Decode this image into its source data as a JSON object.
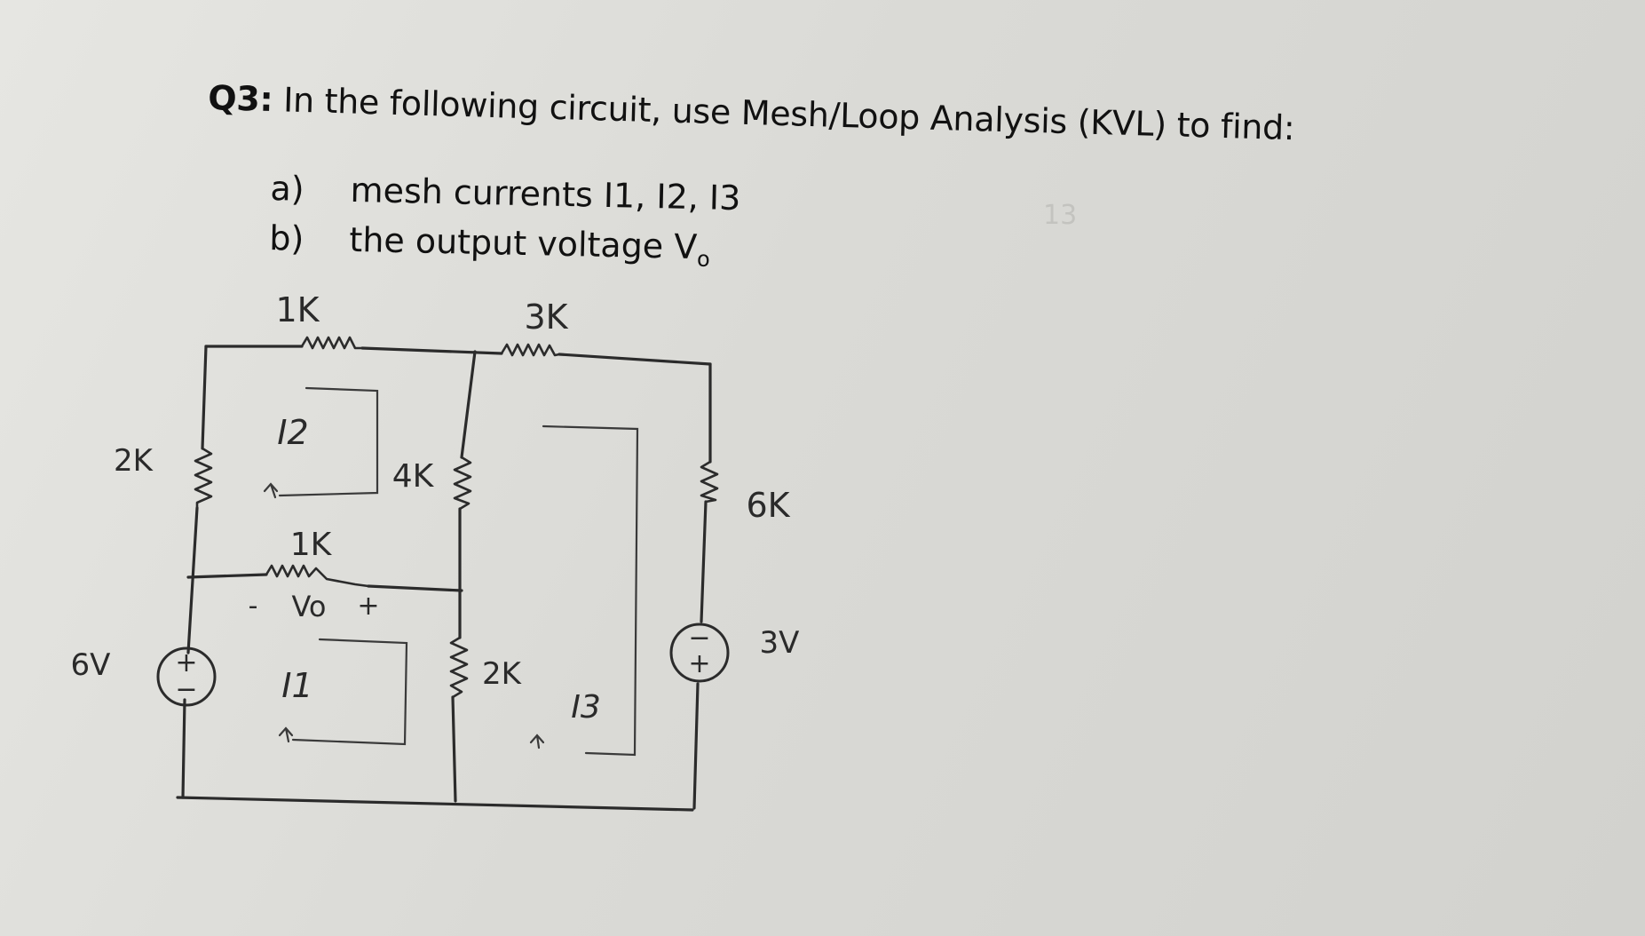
{
  "question": {
    "number": "Q3:",
    "prompt": "In the following circuit, use Mesh/Loop Analysis (KVL) to find:",
    "parts": [
      {
        "label": "a)",
        "text": "mesh currents I1, I2, I3"
      },
      {
        "label": "b)",
        "text": "the output voltage V",
        "subscript": "o"
      }
    ],
    "faint_mark": "13"
  },
  "circuit": {
    "r_top_left": "1K",
    "r_top_right": "3K",
    "r_left": "2K",
    "r_middle_upper": "4K",
    "r_middle_horizontal": "1K",
    "r_middle_lower": "2K",
    "r_right": "6K",
    "source_left_voltage": "6V",
    "source_right_voltage": "3V",
    "source_plus": "+",
    "source_minus": "−",
    "vo_minus": "-",
    "vo_label": "Vo",
    "vo_plus": "+",
    "mesh_1": "I1",
    "mesh_2": "I2",
    "mesh_3": "I3"
  }
}
